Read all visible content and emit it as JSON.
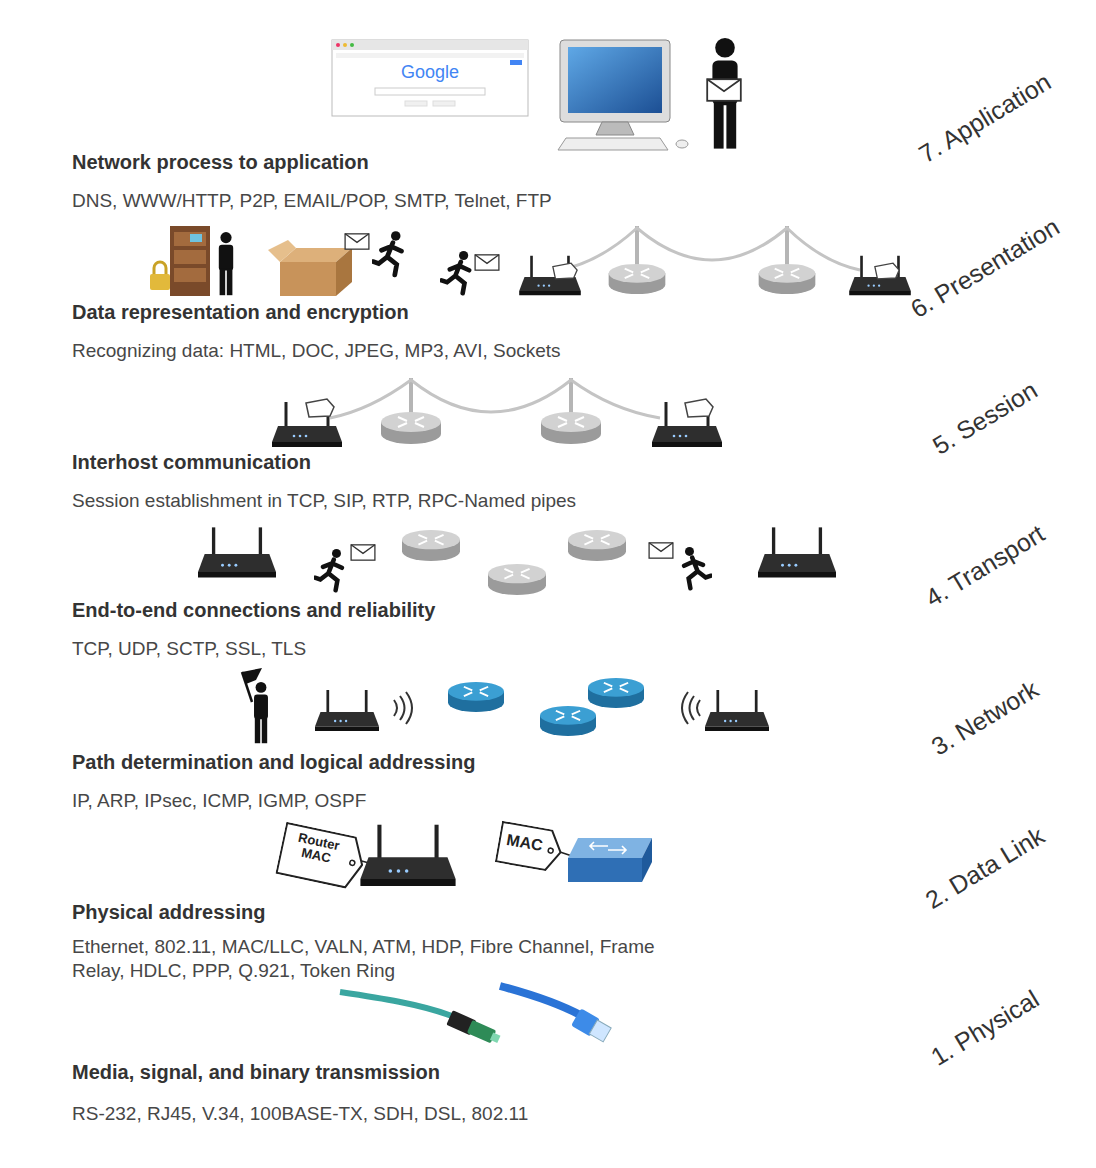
{
  "diagram": {
    "nodes": [
      {
        "text": [
          "7. Application",
          "Network process to application",
          "DNS, WWW/HTTP, P2P, EMAIL/POP, SMTP, Telnet, FTP"
        ]
      },
      {
        "text": [
          "6. Presentation",
          "Data representation and encryption",
          "Recognizing data: HTML, DOC, JPEG, MP3, AVI, Sockets"
        ]
      },
      {
        "text": [
          "5. Session",
          "Interhost communication",
          "Session establishment in TCP, SIP, RTP, RPC-Named pipes"
        ]
      },
      {
        "text": [
          "4. Transport",
          "End-to-end connections and reliability",
          "TCP, UDP, SCTP, SSL, TLS"
        ]
      },
      {
        "text": [
          "3. Network",
          "Path determination and logical addressing",
          "IP, ARP, IPsec, ICMP, IGMP, OSPF"
        ]
      },
      {
        "text": [
          "2. Data Link",
          "Physical addressing",
          "Ethernet, 802.11, MAC/LLC, VALN, ATM, HDP, Fibre Channel, Frame Relay, HDLC, PPP, Q.921, Token Ring"
        ]
      },
      {
        "text": [
          "Router MAC"
        ],
        "in": 5
      },
      {
        "text": [
          "MAC"
        ],
        "in": 5
      },
      {
        "text": [
          "1. Physical",
          "Media, signal, and binary transmission",
          "RS-232, RJ45, V.34, 100BASE-TX, SDH, DSL, 802.11"
        ]
      }
    ],
    "labels": [
      "Google"
    ]
  }
}
